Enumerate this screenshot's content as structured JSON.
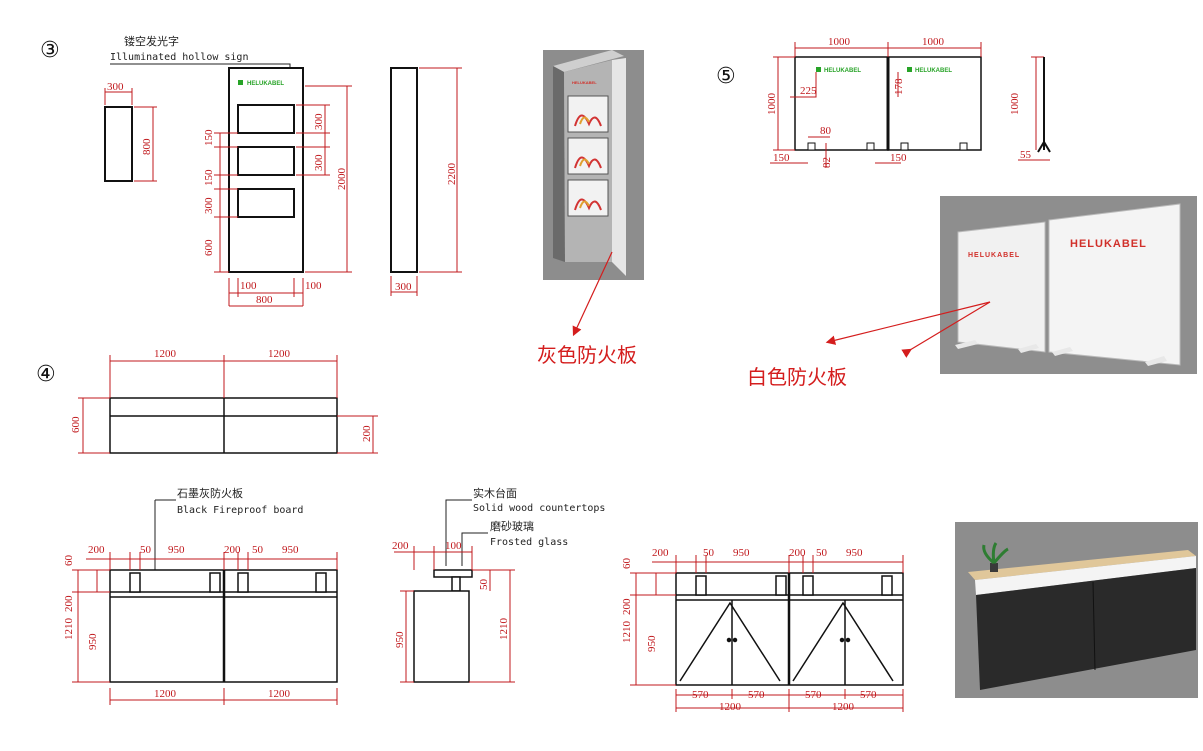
{
  "section_numbers": {
    "s3": "③",
    "s4": "④",
    "s5": "⑤"
  },
  "labels": {
    "hollow_sign_cn": "镂空发光字",
    "hollow_sign_en": "Illuminated hollow sign",
    "gray_board": "灰色防火板",
    "white_board": "白色防火板",
    "black_board_cn": "石墨灰防火板",
    "black_board_en": "Black Fireproof board",
    "wood_top_cn": "实木台面",
    "wood_top_en": "Solid wood countertops",
    "glass_cn": "磨砂玻璃",
    "glass_en": "Frosted glass"
  },
  "logo_text": "HELUKABEL",
  "s3_dims": {
    "box_w": "300",
    "box_h": "800",
    "shelf_gap1": "150",
    "shelf_gap2": "150",
    "shelf_gap3": "300",
    "bottom": "600",
    "win1": "300",
    "win2": "300",
    "total_h": "2000",
    "margin_l": "100",
    "margin_r": "100",
    "width": "800",
    "side_h": "2200",
    "side_w": "300"
  },
  "s4_top": {
    "w1": "1200",
    "w2": "1200",
    "d1": "600",
    "d2": "200"
  },
  "s4_front": {
    "d200a": "200",
    "d50a": "50",
    "d950a": "950",
    "d200b": "200",
    "d50b": "50",
    "d950b": "950",
    "h60": "60",
    "h200": "200",
    "h950": "950",
    "h1210": "1210",
    "w1": "1200",
    "w2": "1200"
  },
  "s4_side": {
    "d200": "200",
    "d100": "100",
    "h50": "50",
    "h1210": "1210",
    "h950": "950"
  },
  "s4_back": {
    "d200a": "200",
    "d50a": "50",
    "d950a": "950",
    "d200b": "200",
    "d50b": "50",
    "d950b": "950",
    "h60": "60",
    "h200": "200",
    "h950": "950",
    "h1210": "1210",
    "d570a": "570",
    "d570b": "570",
    "d570c": "570",
    "d570d": "570",
    "w1": "1200",
    "w2": "1200"
  },
  "s5_dims": {
    "w1": "1000",
    "w2": "1000",
    "h1000": "1000",
    "h225": "225",
    "h178": "178",
    "d80": "80",
    "d82": "82",
    "d150a": "150",
    "d150b": "150",
    "side_h": "1000",
    "side_d": "55"
  },
  "colors": {
    "dim_red": "#c0181c",
    "logo_green": "#27a327",
    "logo_red": "#d1302a",
    "board_black": "#2a2a2a"
  }
}
